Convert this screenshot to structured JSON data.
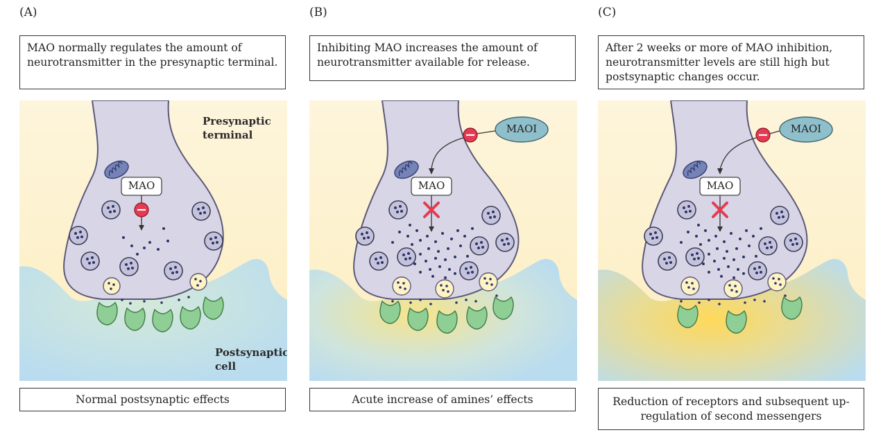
{
  "panels": [
    {
      "letter": "(A)",
      "caption": "MAO normally regulates the amount of neurotransmitter in the presynaptic terminal.",
      "effect": "Normal postsynaptic effects",
      "mao": "MAO",
      "inhibitor": "",
      "presynaptic_label": "Presynaptic\nterminal",
      "postsynaptic_label": "Postsynaptic\ncell"
    },
    {
      "letter": "(B)",
      "caption": "Inhibiting MAO increases the amount of neurotransmitter available for release.",
      "effect": "Acute increase of amines’ effects",
      "mao": "MAO",
      "inhibitor": "MAOI"
    },
    {
      "letter": "(C)",
      "caption": "After 2 weeks or more of MAO inhibition, neurotransmitter levels are still high but postsynaptic changes occur.",
      "effect": "Reduction of receptors and subsequent up-regulation of second messengers",
      "mao": "MAO",
      "inhibitor": "MAOI"
    }
  ],
  "colors": {
    "background_top": "#fdf5dc",
    "postsynaptic": "#b9dcef",
    "terminal": "#d8d6e6",
    "terminal_edge": "#5b5878",
    "receptor": "#8fcf96",
    "inhibit": "#e43a52",
    "maoi": "#8fbfca",
    "glow": "#ffd95a"
  }
}
